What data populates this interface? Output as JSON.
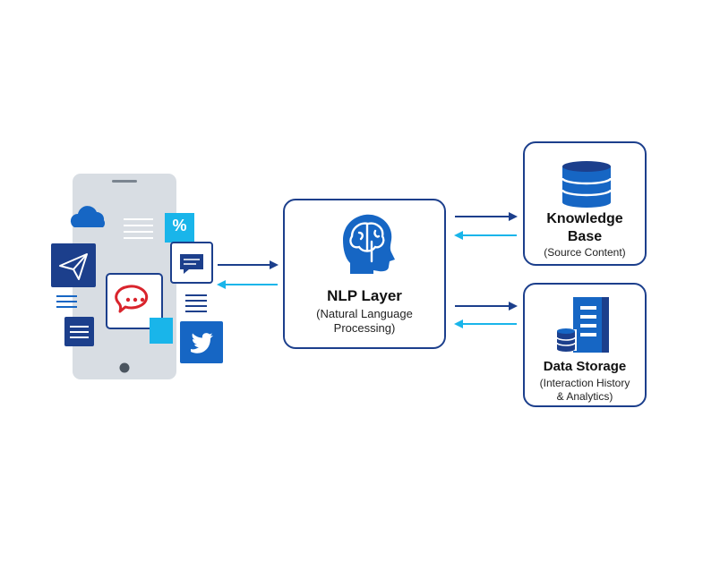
{
  "nlp": {
    "title": "NLP Layer",
    "subtitle_line1": "(Natural Language",
    "subtitle_line2": "Processing)"
  },
  "knowledge": {
    "title_line1": "Knowledge",
    "title_line2": "Base",
    "subtitle": "(Source Content)"
  },
  "storage": {
    "title": "Data Storage",
    "subtitle_line1": "(Interaction History",
    "subtitle_line2": "& Analytics)"
  },
  "icons": {
    "percent": "%"
  },
  "colors": {
    "navy": "#1c3f8c",
    "blue": "#1666c4",
    "cyan": "#19b5ea",
    "phone": "#d8dde3",
    "chat_red": "#d9242c"
  }
}
